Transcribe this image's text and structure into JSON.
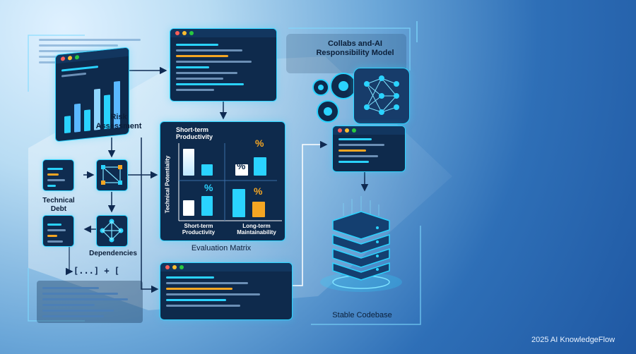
{
  "risk_label": "Risk Assessment",
  "tech_debt_label": "Technical Debt",
  "dependencies_label": "Dependencies",
  "bracket_snippet": "[...] + [ ",
  "matrix": {
    "caption": "Evaluation Matrix",
    "y_axis_label": "Technical Potentiality",
    "top_label": "Short-term Productivity",
    "x_left_label": "Short-term Productivity",
    "x_right_label": "Long-term Maintainability",
    "percent": "%"
  },
  "collab_title": "Collabs and-AI Responsibility Model",
  "stable_label": "Stable Codebase",
  "watermark": "2025 AI KnowledgeFlow",
  "colors": {
    "accent": "#2ad3ff",
    "panel": "#0e2a4c",
    "dot_red": "#ff5f57",
    "dot_yellow": "#febc2e",
    "dot_green": "#28c840",
    "orange": "#f5a623"
  },
  "icons": [
    "gears-icon",
    "neural-network-icon",
    "server-stack-icon",
    "code-window-icon",
    "network-graph-icon"
  ]
}
